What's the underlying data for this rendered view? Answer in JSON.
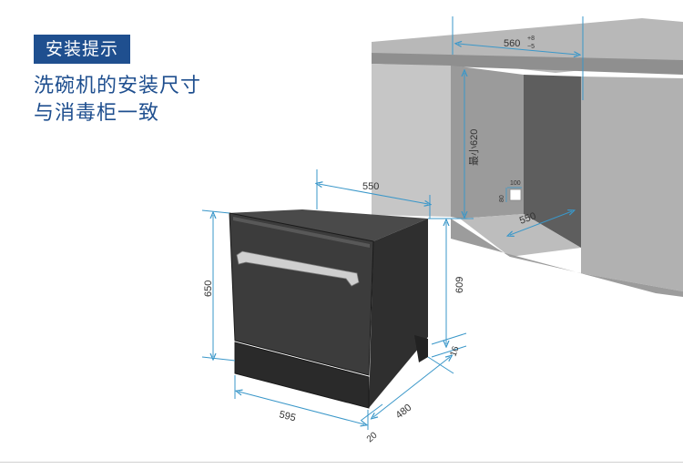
{
  "badge": "安装提示",
  "headline": {
    "line1": "洗碗机的安装尺寸",
    "line2": "与消毒柜一致"
  },
  "cabinet_dims": {
    "width": "560",
    "tol_plus": "+8",
    "tol_minus": "−5",
    "height": "最小620",
    "depth": "550",
    "small_top": "100",
    "small_side": "80"
  },
  "machine_dims": {
    "top_depth": "550",
    "height": "650",
    "body_height": "609",
    "base_gap": "16",
    "width": "595",
    "depth": "480",
    "front_offset": "20"
  },
  "colors": {
    "accent": "#1f4f8f",
    "dim_line": "#3a97c9",
    "cabinet": "#a9a9a9",
    "cabinet_dark": "#6b6b6b",
    "appliance": "#3d3d3d"
  }
}
